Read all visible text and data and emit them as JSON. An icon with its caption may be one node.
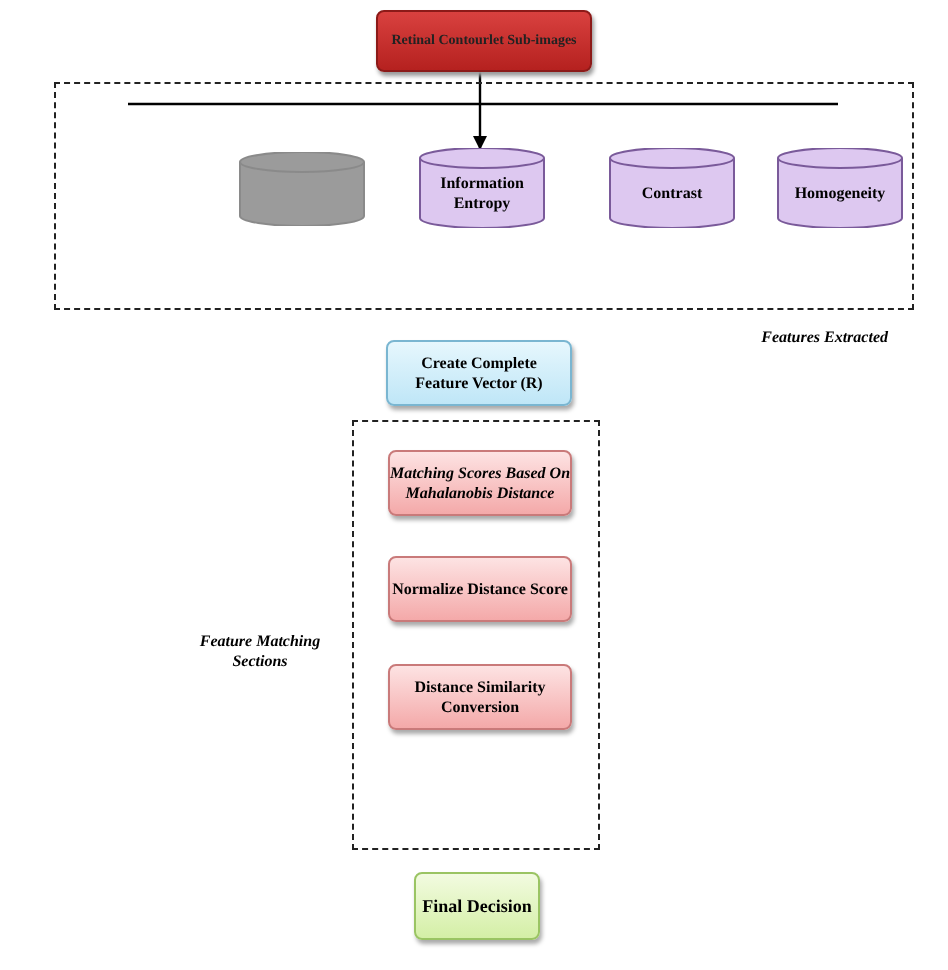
{
  "diagram": {
    "nodes": [
      {
        "text": [
          "Retinal Contourlet Sub-images"
        ]
      },
      {
        "text": [
          "Features Extracted"
        ]
      },
      {
        "text": [],
        "shape": "cylinder",
        "in": 1
      },
      {
        "text": [
          "Information Entropy"
        ],
        "in": 1
      },
      {
        "text": [
          "Contrast"
        ],
        "in": 1
      },
      {
        "text": [
          "Homogeneity"
        ],
        "in": 1
      },
      {
        "text": [
          "Create Complete Feature Vector (R)"
        ]
      },
      {
        "text": [
          "Feature Matching Sections"
        ]
      },
      {
        "text": [
          "Matching Scores Based On Mahalanobis Distance"
        ],
        "in": 7
      },
      {
        "text": [
          "Normalize Distance Score"
        ],
        "in": 7
      },
      {
        "text": [
          "Distance Similarity Conversion"
        ],
        "in": 7
      },
      {
        "text": [
          "Final Decision"
        ]
      }
    ],
    "edges": [
      {
        "from": 0,
        "to": 3,
        "arrow": "to"
      }
    ]
  }
}
